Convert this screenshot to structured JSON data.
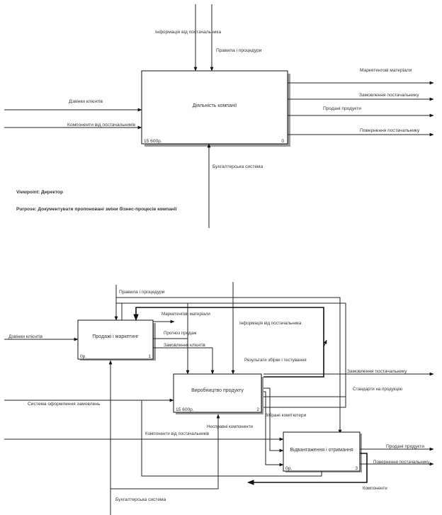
{
  "context": {
    "box": {
      "title": "Діяльність компанії",
      "cost": "15 600р.",
      "number": "0"
    },
    "inputs": [
      "Дзвінки клієнтів",
      "Компоненти від постачальників"
    ],
    "controls": [
      "Інформація від постачальника",
      "Правила і процедури"
    ],
    "mechanism": "Бухгалтерська система",
    "outputs": [
      "Маркетенгові матеріали",
      "Замовлення постачальнику",
      "Продані продукти",
      "Повернення постачальнику"
    ],
    "viewpoint": "Viewpoint: Директор",
    "purpose": "Purpose: Документувати пропоновані зміни бізнес-процесів компанії"
  },
  "decomposition": {
    "boxes": [
      {
        "title": "Продажі і маркетинг",
        "cost": "0р.",
        "number": "1"
      },
      {
        "title": "Виробництво продукту",
        "cost": "15 600р.",
        "number": "2"
      },
      {
        "title": "Відвантаження і отримання",
        "cost": "0р.",
        "number": "3"
      }
    ],
    "labels": {
      "rules": "Правила і процедури",
      "marketing": "Маркетенгові матеріали",
      "forecast": "Прогноз продаж",
      "client_orders": "Замовлення клієнтів",
      "supplier_info": "Інформація від постачальника",
      "test_results": "Результати збірки і тестування",
      "client_calls": "Дзвінки клієнтів",
      "order_system": "Система оформлення замовлень",
      "supplier_order": "Замовлення постачальнику",
      "standards": "Стандарти на продукцію",
      "assembled": "Зібрані комп'ютери",
      "defective": "Несправні компоненти",
      "supplier_components": "Компоненти від постачальників",
      "sold": "Продані продукти",
      "returns": "Повернення постачальнику",
      "components": "Компоненти",
      "accounting": "Бухгалтерська система"
    }
  }
}
